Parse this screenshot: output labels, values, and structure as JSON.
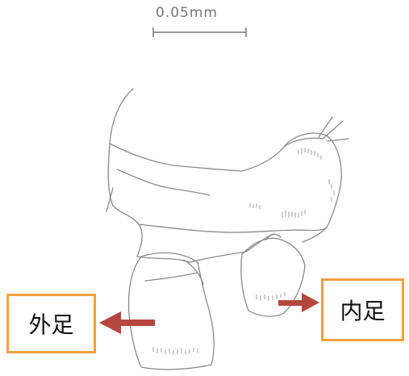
{
  "scale_bar": {
    "text": "0.05mm"
  },
  "labels": {
    "left": "外足",
    "right": "内足"
  },
  "colors": {
    "box_border": "#f2a041",
    "arrow": "#b5473f",
    "sketch_line": "#8a8a8a"
  }
}
